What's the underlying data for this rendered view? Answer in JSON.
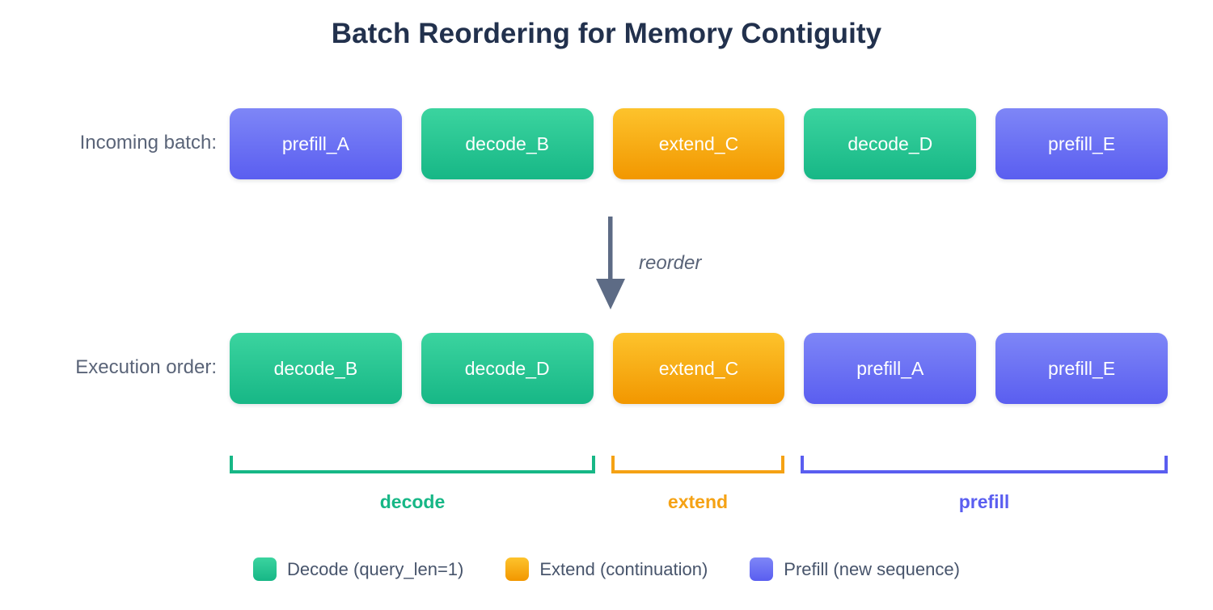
{
  "title": "Batch Reordering for Memory Contiguity",
  "rows": {
    "incoming": {
      "label": "Incoming batch:",
      "boxes": [
        {
          "text": "prefill_A",
          "kind": "prefill"
        },
        {
          "text": "decode_B",
          "kind": "decode"
        },
        {
          "text": "extend_C",
          "kind": "extend"
        },
        {
          "text": "decode_D",
          "kind": "decode"
        },
        {
          "text": "prefill_E",
          "kind": "prefill"
        }
      ]
    },
    "execution": {
      "label": "Execution order:",
      "boxes": [
        {
          "text": "decode_B",
          "kind": "decode"
        },
        {
          "text": "decode_D",
          "kind": "decode"
        },
        {
          "text": "extend_C",
          "kind": "extend"
        },
        {
          "text": "prefill_A",
          "kind": "prefill"
        },
        {
          "text": "prefill_E",
          "kind": "prefill"
        }
      ]
    }
  },
  "arrow": {
    "label": "reorder",
    "icon": "arrow-down-icon",
    "color": "#5d6b85"
  },
  "groups": [
    {
      "label": "decode",
      "color": "#17b786",
      "spans": 2
    },
    {
      "label": "extend",
      "color": "#f5a214",
      "spans": 1
    },
    {
      "label": "prefill",
      "color": "#5a5ef0",
      "spans": 2
    }
  ],
  "legend": [
    {
      "label": "Decode (query_len=1)",
      "kind": "decode",
      "color": "#17b786"
    },
    {
      "label": "Extend (continuation)",
      "kind": "extend",
      "color": "#f29700"
    },
    {
      "label": "Prefill (new sequence)",
      "kind": "prefill",
      "color": "#5a5ef0"
    }
  ],
  "colors": {
    "title": "#22314d",
    "row_label": "#5a6478",
    "background": "#ffffff"
  }
}
